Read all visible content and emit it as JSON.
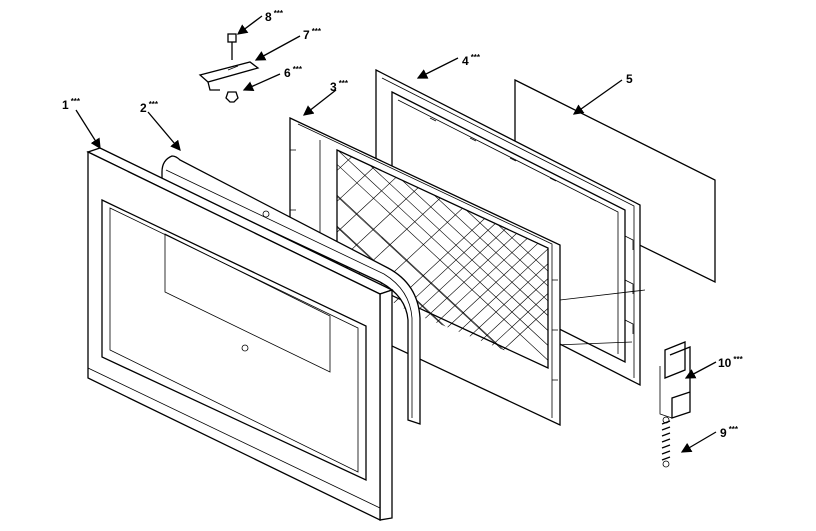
{
  "diagram": {
    "parts": [
      {
        "number": "1",
        "stars": "***"
      },
      {
        "number": "2",
        "stars": "***"
      },
      {
        "number": "3",
        "stars": "***"
      },
      {
        "number": "4",
        "stars": "***"
      },
      {
        "number": "5",
        "stars": ""
      },
      {
        "number": "6",
        "stars": "***"
      },
      {
        "number": "7",
        "stars": "***"
      },
      {
        "number": "8",
        "stars": "***"
      },
      {
        "number": "9",
        "stars": "***"
      },
      {
        "number": "10",
        "stars": "***"
      }
    ]
  }
}
